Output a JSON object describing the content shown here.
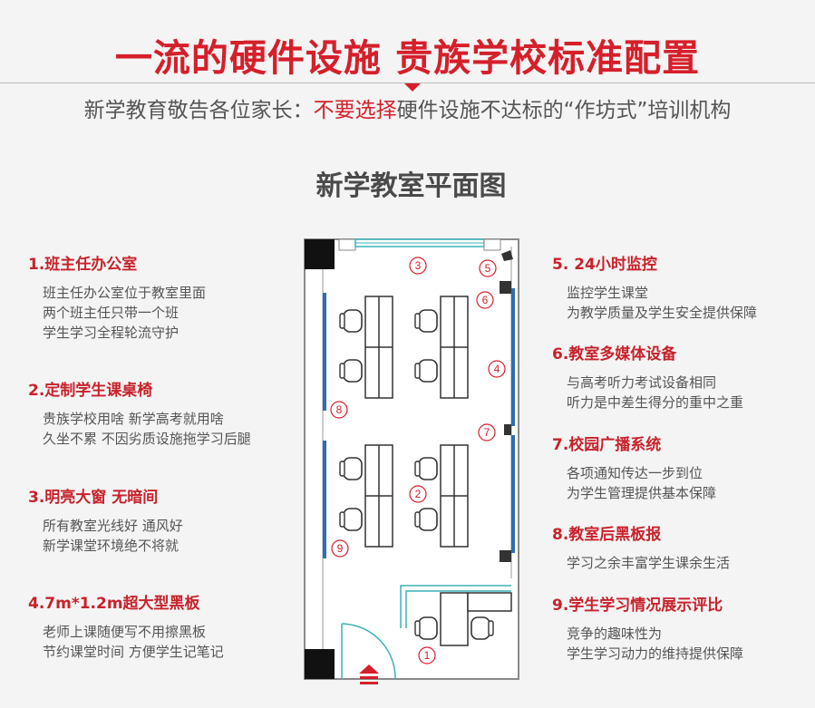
{
  "header": {
    "title": "一流的硬件设施 贵族学校标准配置",
    "subtitle_pre": "新学教育敬告各位家长：",
    "subtitle_highlight": "不要选择",
    "subtitle_post": "硬件设施不达标的“作坊式”培训机构"
  },
  "plan": {
    "title": "新学教室平面图",
    "markers": [
      "1",
      "2",
      "3",
      "4",
      "5",
      "6",
      "7",
      "8",
      "9"
    ]
  },
  "features_left": [
    {
      "heading": "1.班主任办公室",
      "lines": [
        "班主任办公室位于教室里面",
        "两个班主任只带一个班",
        "学生学习全程轮流守护"
      ]
    },
    {
      "heading": "2.定制学生课桌椅",
      "lines": [
        "贵族学校用啥 新学高考就用啥",
        "久坐不累 不因劣质设施拖学习后腿"
      ]
    },
    {
      "heading": "3.明亮大窗 无暗间",
      "lines": [
        "所有教室光线好 通风好",
        "新学课堂环境绝不将就"
      ]
    },
    {
      "heading": "4.7m*1.2m超大型黑板",
      "lines": [
        "老师上课随便写不用擦黑板",
        "节约课堂时间 方便学生记笔记"
      ]
    }
  ],
  "features_right": [
    {
      "heading": "5. 24小时监控",
      "lines": [
        "监控学生课堂",
        "为教学质量及学生安全提供保障"
      ]
    },
    {
      "heading": "6.教室多媒体设备",
      "lines": [
        "与高考听力考试设备相同",
        "听力是中差生得分的重中之重"
      ]
    },
    {
      "heading": "7.校园广播系统",
      "lines": [
        "各项通知传达一步到位",
        "为学生管理提供基本保障"
      ]
    },
    {
      "heading": "8.教室后黑板报",
      "lines": [
        "学习之余丰富学生课余生活"
      ]
    },
    {
      "heading": "9.学生学习情况展示评比",
      "lines": [
        "竞争的趣味性为",
        "学生学习动力的维持提供保障"
      ]
    }
  ],
  "colors": {
    "accent": "#d51f2a",
    "board_blue": "#2f6db5",
    "window_teal": "#39b2b5"
  }
}
